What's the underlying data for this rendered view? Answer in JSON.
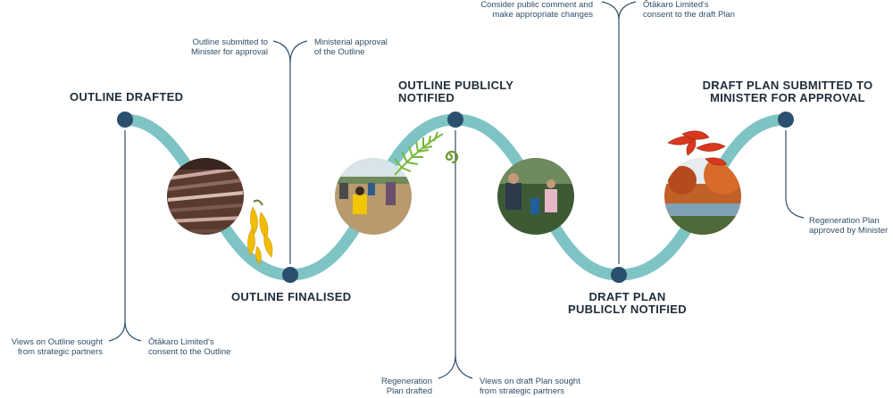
{
  "stages": {
    "outline_drafted": "OUTLINE DRAFTED",
    "outline_finalised": "OUTLINE FINALISED",
    "outline_notified_l1": "OUTLINE PUBLICLY",
    "outline_notified_l2": "NOTIFIED",
    "draft_notified_l1": "DRAFT PLAN",
    "draft_notified_l2": "PUBLICLY NOTIFIED",
    "draft_submitted_l1": "DRAFT PLAN SUBMITTED TO",
    "draft_submitted_l2": "MINISTER FOR APPROVAL"
  },
  "notes": {
    "views_outline_l1": "Views on Outline sought",
    "views_outline_l2": "from strategic partners",
    "otakaro_outline_l1": "Ōtākaro Limited's",
    "otakaro_outline_l2": "consent to the Outline",
    "outline_submitted_l1": "Outline submitted to",
    "outline_submitted_l2": "Minister for approval",
    "ministerial_l1": "Ministerial approval",
    "ministerial_l2": "of the Outline",
    "regen_drafted_l1": "Regeneration",
    "regen_drafted_l2": "Plan drafted",
    "views_draft_l1": "Views on draft Plan sought",
    "views_draft_l2": "from strategic partners",
    "consider_l1": "Consider public comment and",
    "consider_l2": "make appropriate changes",
    "otakaro_draft_l1": "Ōtākaro Limited's",
    "otakaro_draft_l2": "consent to the draft Plan",
    "regen_approved_l1": "Regeneration Plan",
    "regen_approved_l2": "approved by Minister"
  },
  "colors": {
    "ribbon": "#7fc4c4",
    "node": "#2b4f6e",
    "connector": "#2f4f6a",
    "heading": "#1f2d3a"
  }
}
